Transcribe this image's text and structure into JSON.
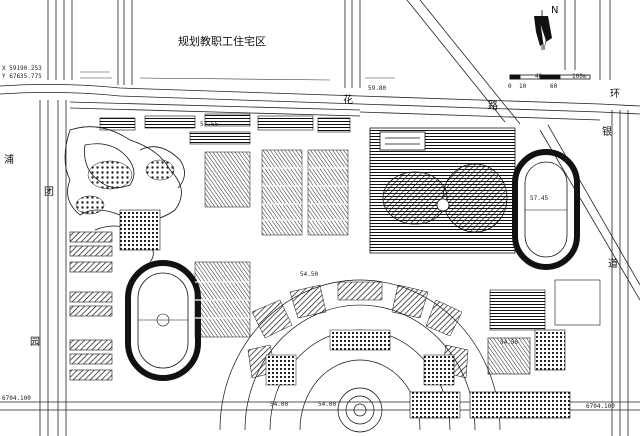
{
  "title": "规划教职工住宅区",
  "north_label": "N",
  "scale": {
    "ticks": [
      "0",
      "10",
      "40",
      "60",
      "100m"
    ]
  },
  "coords": {
    "x": "X 59190.253",
    "y": "Y 67635.775"
  },
  "road_chars": [
    "花",
    "路",
    "银",
    "道",
    "浦",
    "团",
    "园",
    "环"
  ],
  "markers": [
    "59.80",
    "57.55",
    "54.50",
    "57.45",
    "54.50",
    "54.00",
    "54.00",
    "6704.100",
    "6704.100"
  ],
  "colors": {
    "ink": "#111111",
    "paper": "#ffffff"
  }
}
